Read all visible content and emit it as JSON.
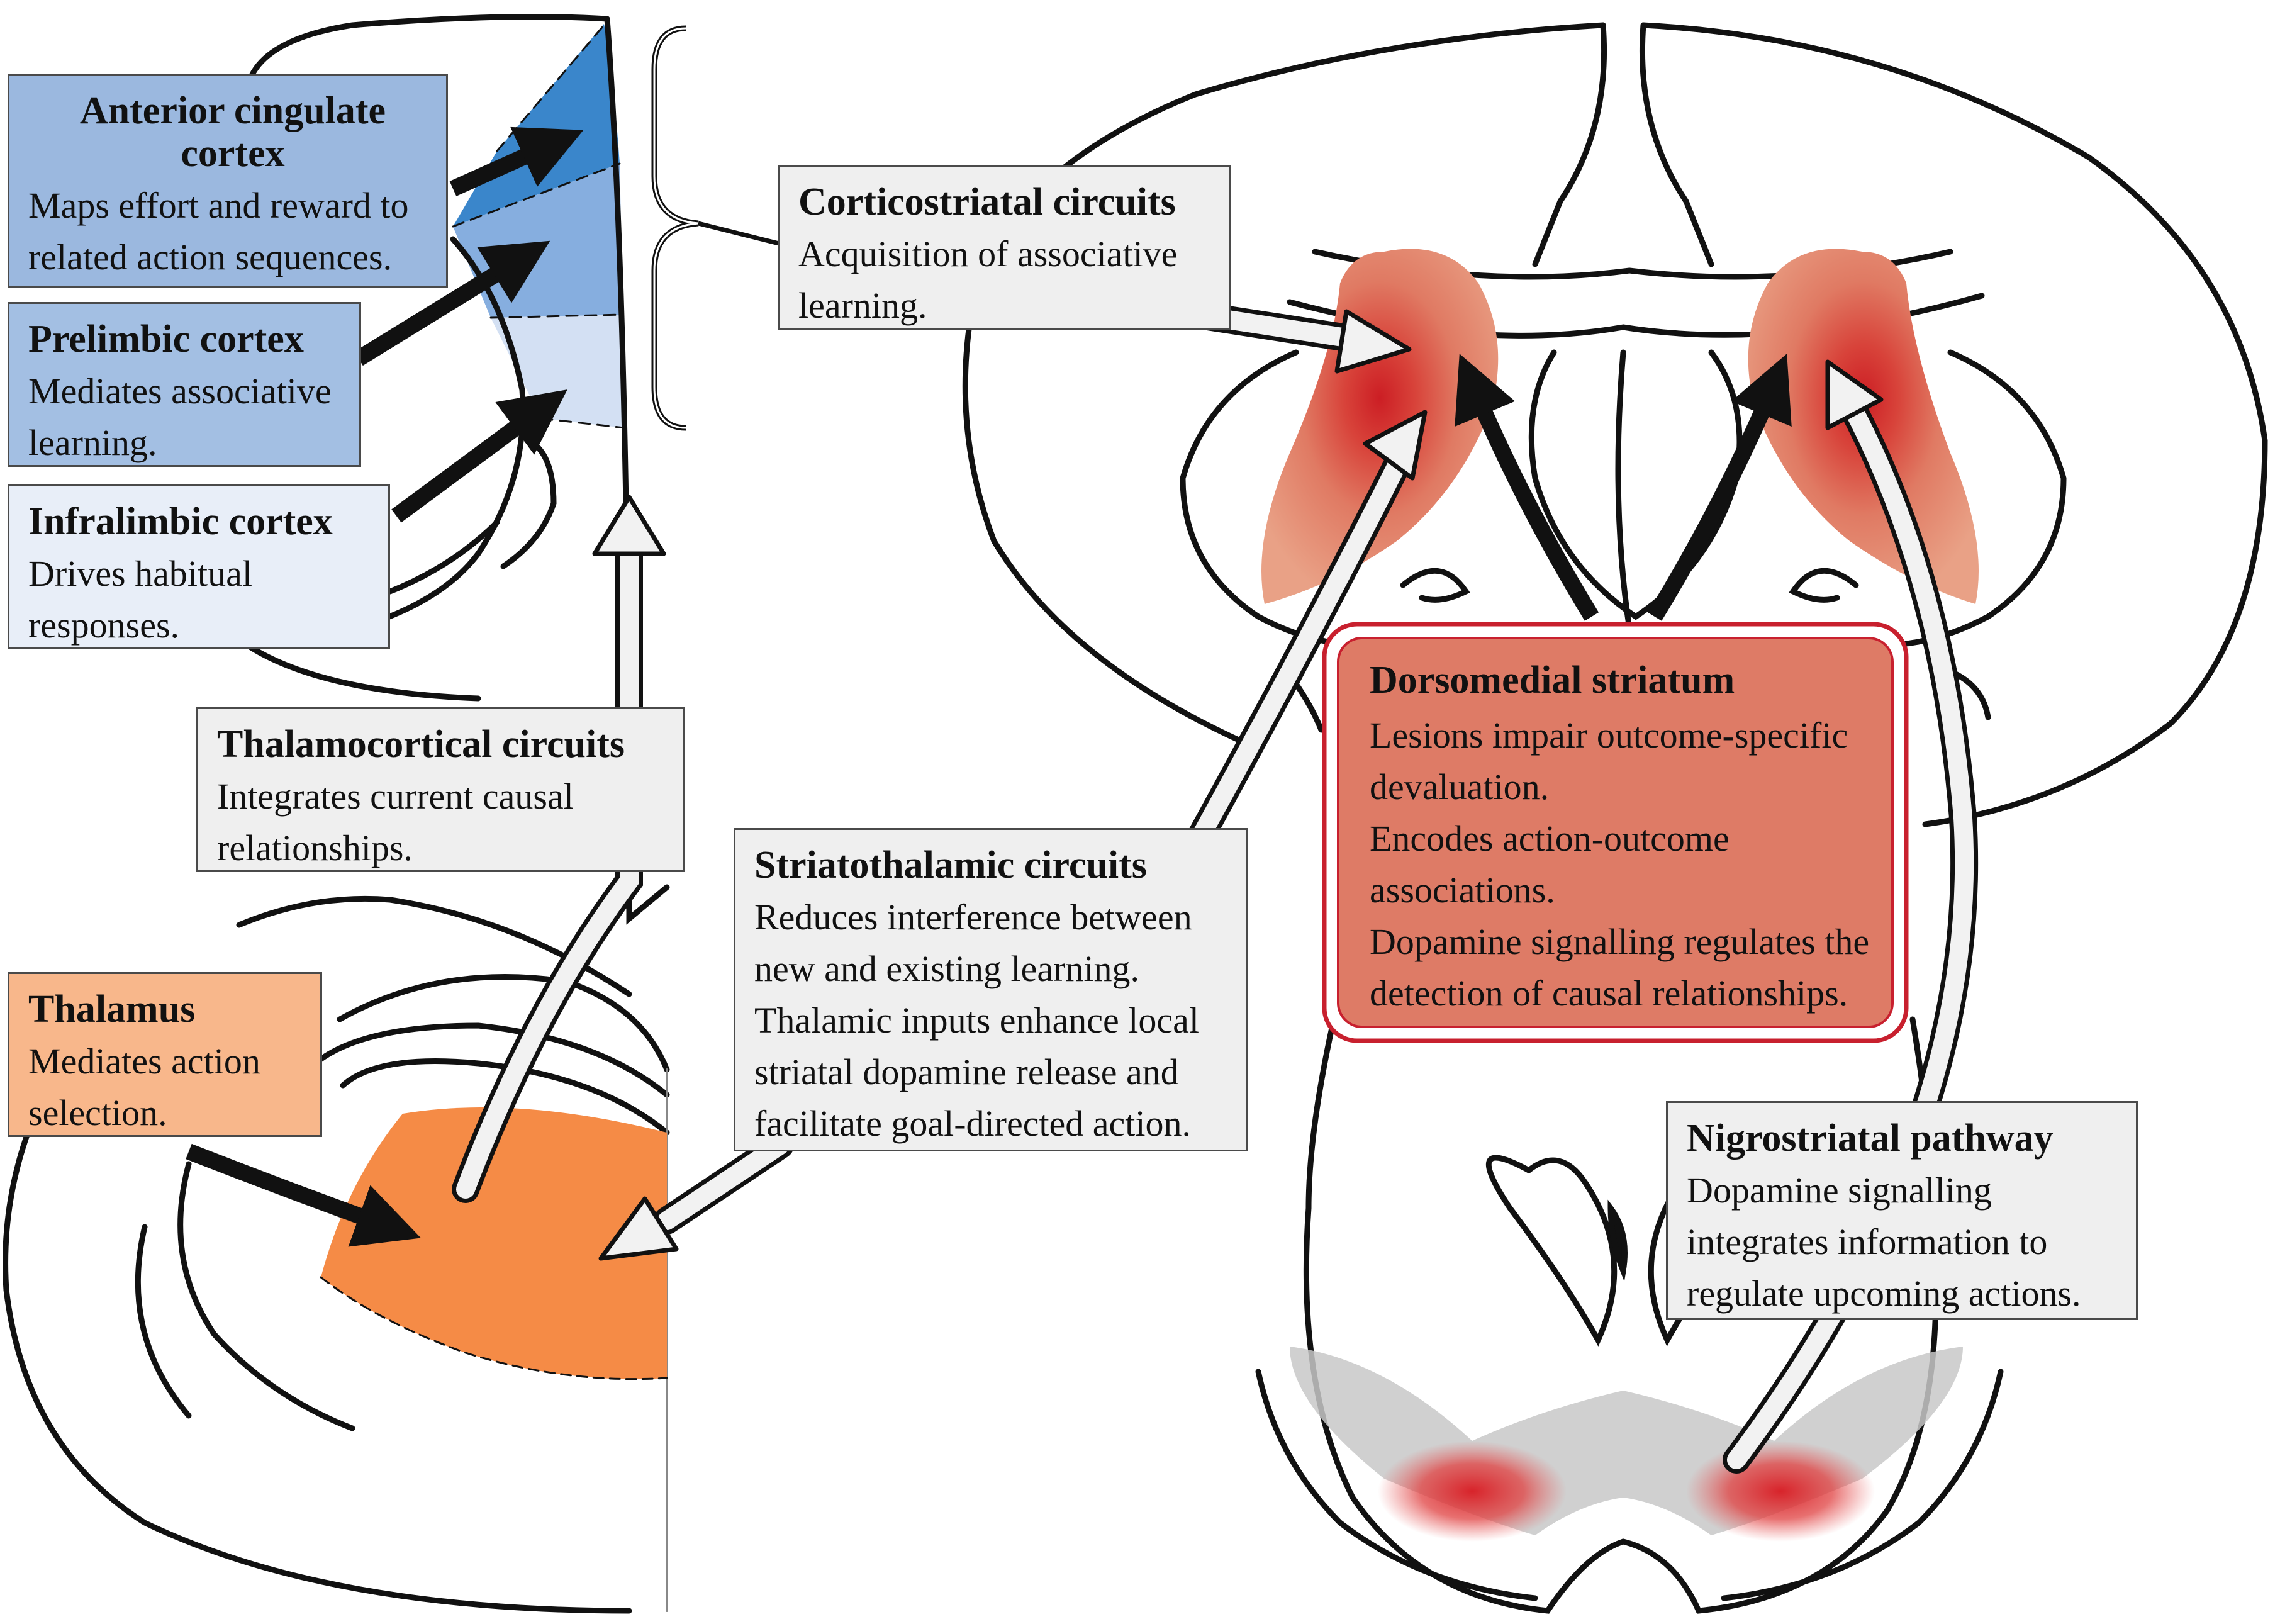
{
  "boxes": {
    "acc": {
      "title": [
        "Anterior cingulate",
        "cortex"
      ],
      "lines": [
        "Maps effort and reward to",
        "related action sequences."
      ]
    },
    "prelimbic": {
      "title": "Prelimbic cortex",
      "lines": [
        "Mediates associative",
        "learning."
      ]
    },
    "infralimbic": {
      "title": "Infralimbic cortex",
      "lines": [
        "Drives habitual",
        "responses."
      ]
    },
    "corticostriatal": {
      "title": "Corticostriatal circuits",
      "lines": [
        "Acquisition of associative",
        "learning."
      ]
    },
    "thalamocortical": {
      "title": "Thalamocortical circuits",
      "lines": [
        "Integrates current causal",
        "relationships."
      ]
    },
    "thalamus": {
      "title": "Thalamus",
      "lines": [
        "Mediates action",
        "selection."
      ]
    },
    "striatothalamic": {
      "title": "Striatothalamic circuits",
      "lines": [
        "Reduces interference between",
        "new and existing learning.",
        "Thalamic inputs enhance local",
        "striatal dopamine release and",
        "facilitate goal-directed action."
      ]
    },
    "dorsomedial": {
      "title": "Dorsomedial striatum",
      "lines": [
        "Lesions impair outcome-specific",
        "devaluation.",
        "Encodes action-outcome",
        "associations.",
        "Dopamine signalling regulates the",
        "detection of causal relationships."
      ]
    },
    "nigrostriatal": {
      "title": "Nigrostriatal pathway",
      "lines": [
        "Dopamine signalling",
        "integrates information to",
        "regulate upcoming actions."
      ]
    }
  },
  "colors": {
    "acc": "#3a86cb",
    "prelimbic": "#86aedf",
    "infralimbic": "#d3e0f3",
    "thalamus": "#f58b46",
    "striatum": "#e0806c",
    "dopamine": "#d8282c",
    "outline": "#111111"
  }
}
